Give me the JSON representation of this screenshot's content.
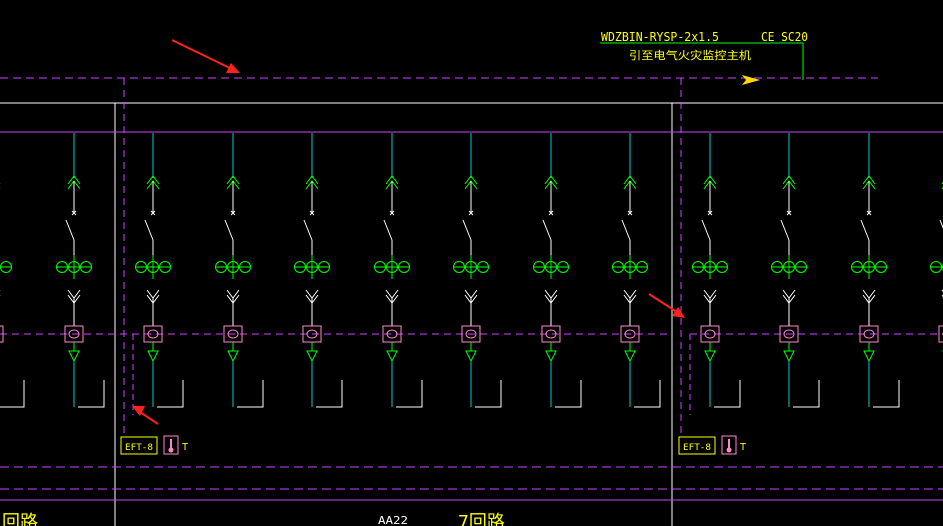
{
  "header": {
    "cable_spec": "WDZBIN-RYSP-2x1.5",
    "conduit_spec": "CE  SC20",
    "destination_label": "引至电气火灾监控主机"
  },
  "monitors": [
    {
      "tag": "EFT-8",
      "sensor_label": "T"
    },
    {
      "tag": "EFT-8",
      "sensor_label": "T"
    }
  ],
  "footer": {
    "left_label": "回路",
    "center_label": "AA22",
    "right_label": "7回路"
  },
  "colors": {
    "background": "#000000",
    "frame_line": "#ffffff",
    "bus_magenta": "#cc44ff",
    "signal_dashed": "#cc44ff",
    "feeder_cyan": "#00cccc",
    "breaker_green": "#00ff00",
    "ct_pink": "#ff88cc",
    "text_yellow": "#ffff00",
    "arrow_red": "#ff2020",
    "flow_arrow": "#ffd700"
  },
  "icons": [
    "feeder-breaker-icon",
    "current-transformer-icon",
    "temperature-sensor-icon",
    "red-pointer-arrow-icon",
    "flow-direction-arrow-icon"
  ]
}
